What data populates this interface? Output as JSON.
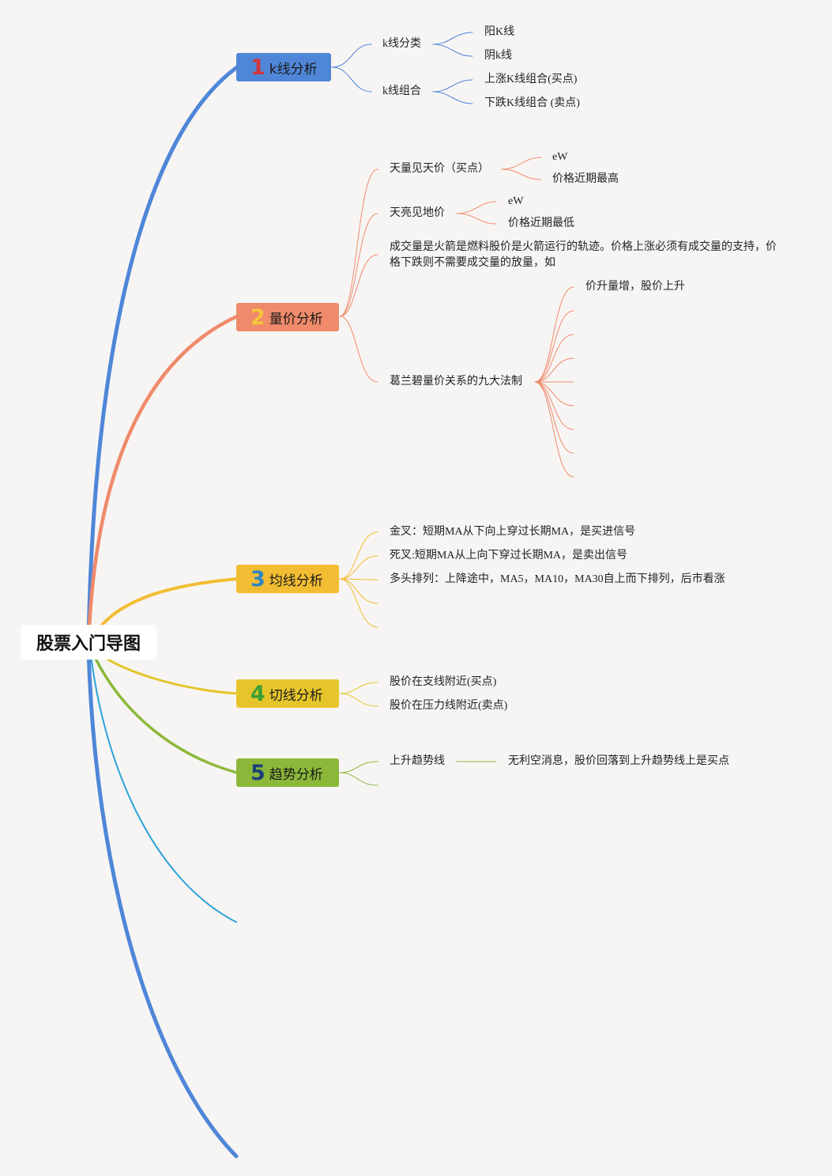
{
  "root": "股票入门导图",
  "branches": [
    {
      "num": "1",
      "label": "k线分析",
      "color": "#4f86d8",
      "num_color": "#d0343c"
    },
    {
      "num": "2",
      "label": "量价分析",
      "color": "#ef8a6a",
      "num_color": "#f5c53a"
    },
    {
      "num": "3",
      "label": "均线分析",
      "color": "#f2bd32",
      "num_color": "#2f86c4"
    },
    {
      "num": "4",
      "label": "切线分析",
      "color": "#e5c52b",
      "num_color": "#3a9e32"
    },
    {
      "num": "5",
      "label": "趋势分析",
      "color": "#8cb83a",
      "num_color": "#1d3e7a"
    }
  ],
  "b1": {
    "classify": "k线分类",
    "yang": "阳K线",
    "yin": "阴k线",
    "combo": "k线组合",
    "up": "上涨K线组合(买点)",
    "down": "下跌K线组合 (卖点)"
  },
  "b2": {
    "tl_high": "天量见天价（买点）",
    "tl_high_a": "eW",
    "tl_high_b": "价格近期最高",
    "tl_low": "天亮见地价",
    "tl_low_a": "eW",
    "tl_low_b": "价格近期最低",
    "volume_note": "成交量是火箭是燃料股价是火箭运行的轨迹。价格上涨必须有成交量的支持，价格下跌则不需要成交量的放量，如",
    "granville": "葛兰碧量价关系的九大法制",
    "rule1": "价升量增，股价上升"
  },
  "b3": {
    "golden": "金叉：短期MA从下向上穿过长期MA，是买进信号",
    "death": "死叉:短期MA从上向下穿过长期MA，是卖出信号",
    "bull": "多头排列：上降途中，MA5，MA10，MA30自上而下排列，后市看涨"
  },
  "b4": {
    "support": "股价在支线附近(买点)",
    "pressure": "股价在压力线附近(卖点)"
  },
  "b5": {
    "uptrend": "上升趋势线",
    "uptrend_note": "无利空消息，股价回落到上升趋势线上是买点"
  },
  "colors": {
    "background": "#f7f5f4",
    "extra_branch_light": "#2ba3d8",
    "extra_branch_blue": "#4f86d8"
  }
}
